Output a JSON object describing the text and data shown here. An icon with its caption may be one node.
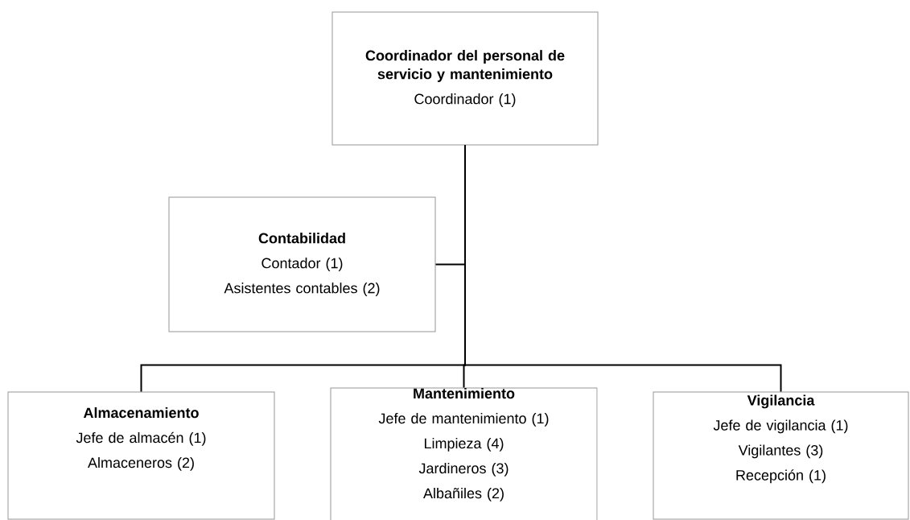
{
  "diagram": {
    "nodes": [
      {
        "text": [
          "Coordinador del personal de servicio y mantenimiento",
          "Coordinador (1)"
        ]
      },
      {
        "text": [
          "Contabilidad",
          "Contador (1)",
          "Asistentes contables (2)"
        ]
      },
      {
        "text": [
          "Almacenamiento",
          "Jefe de almacén (1)",
          "Almaceneros (2)"
        ]
      },
      {
        "text": [
          "Mantenimiento",
          "Jefe de mantenimiento (1)",
          "Limpieza (4)",
          "Jardineros (3)",
          "Albañiles (2)"
        ]
      },
      {
        "text": [
          "Vigilancia",
          "Jefe de vigilancia (1)",
          "Vigilantes (3)",
          "Recepción (1)"
        ]
      }
    ],
    "edges": [
      {
        "from": 0,
        "to": 1,
        "arrow": "none"
      },
      {
        "from": 0,
        "to": 2,
        "arrow": "none"
      },
      {
        "from": 0,
        "to": 3,
        "arrow": "none"
      },
      {
        "from": 0,
        "to": 4,
        "arrow": "none"
      }
    ]
  }
}
